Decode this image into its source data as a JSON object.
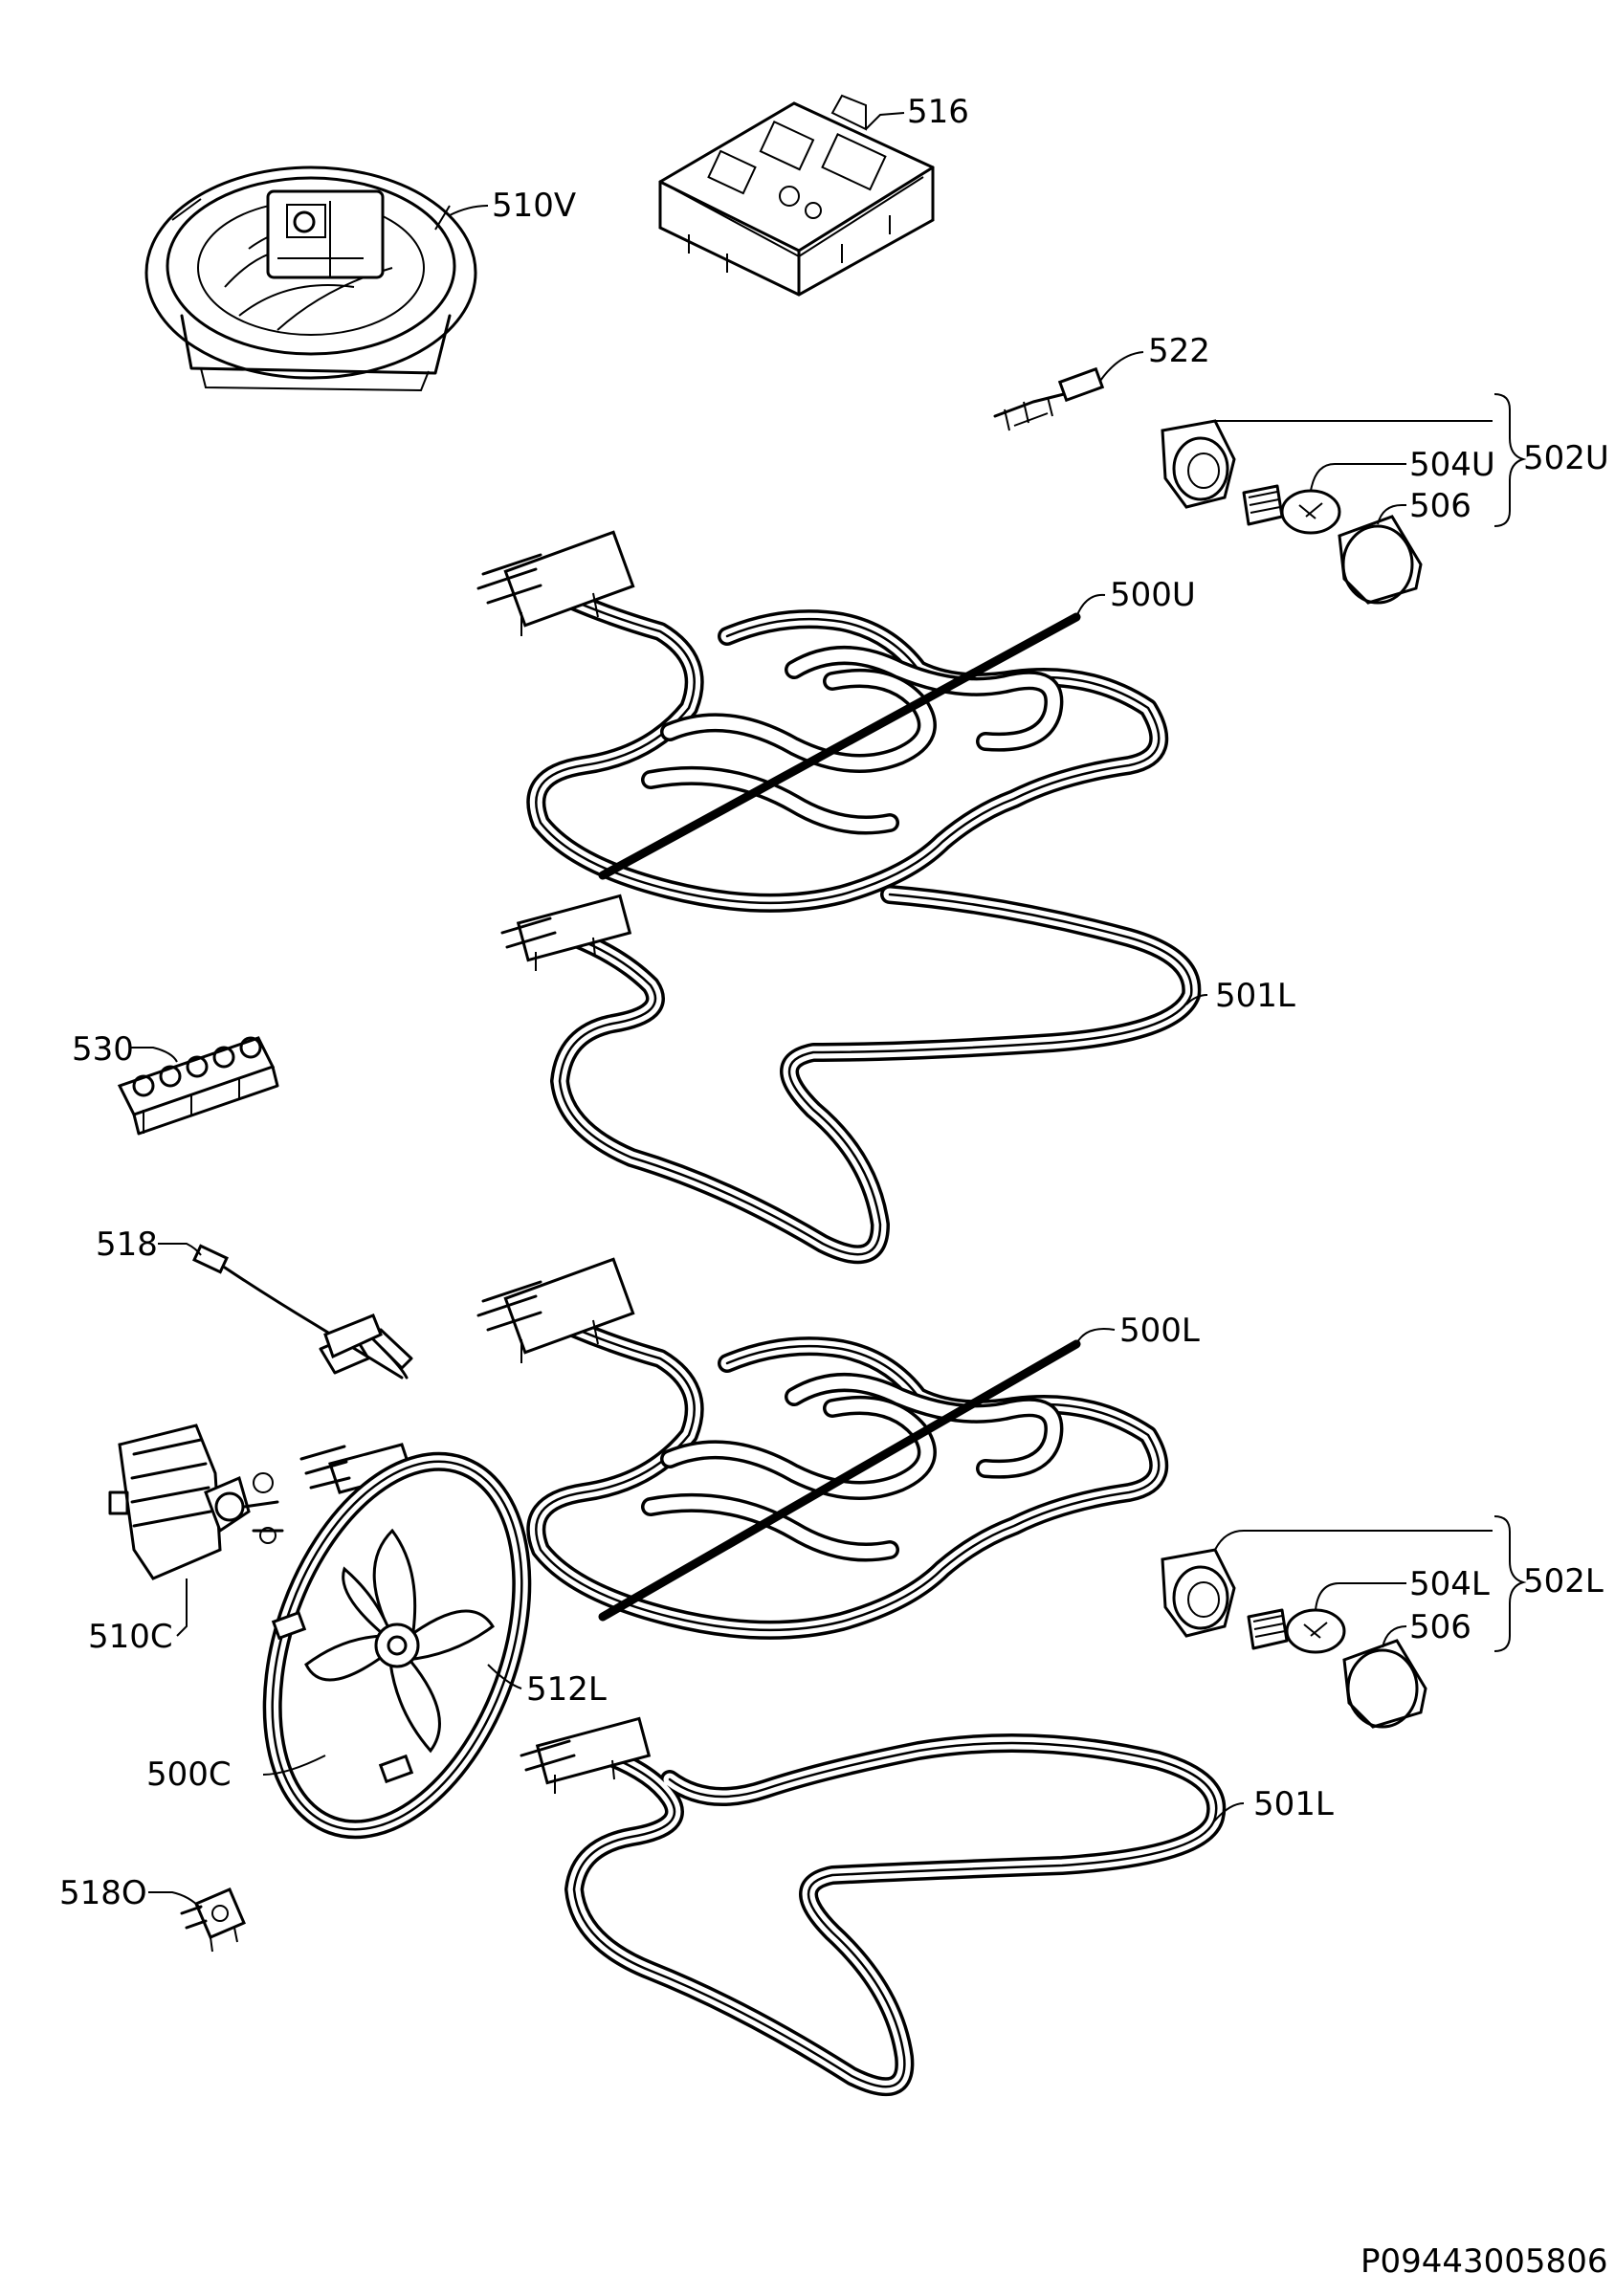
{
  "labels": {
    "p510V": "510V",
    "p516": "516",
    "p522": "522",
    "p504U": "504U",
    "p502U": "502U",
    "p506a": "506",
    "p500U": "500U",
    "p501La": "501L",
    "p530": "530",
    "p518": "518",
    "p500L": "500L",
    "p510C": "510C",
    "p504L": "504L",
    "p502L": "502L",
    "p506b": "506",
    "p512L": "512L",
    "p500C": "500C",
    "p501Lb": "501L",
    "p518O": "518O"
  },
  "drawing_code": "P09443005806"
}
